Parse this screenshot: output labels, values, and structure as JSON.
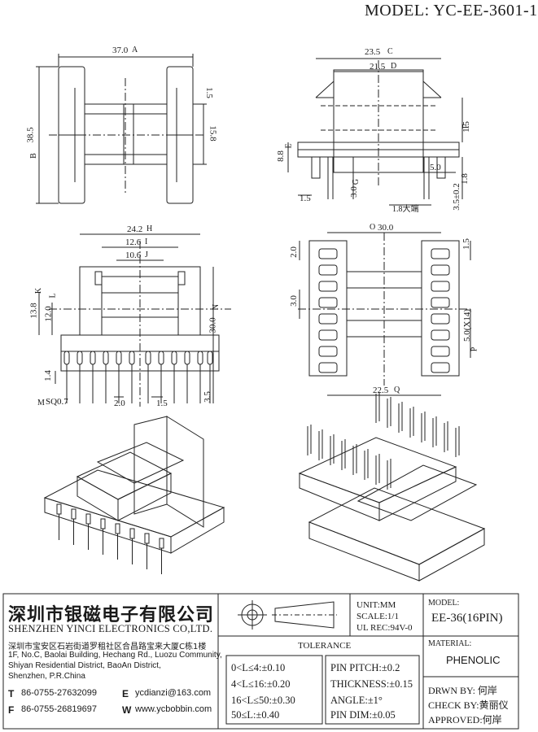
{
  "model_label": "MODEL: YC-EE-3601-1",
  "dims": {
    "d37": "37.0",
    "lA": "A",
    "d385": "38.5",
    "lB": "B",
    "d15a": "1.5",
    "d158": "15.8",
    "d235": "23.5",
    "lC": "C",
    "d215": "21.5",
    "lD": "D",
    "d15f": "1.5",
    "lF": "F",
    "d88": "8.8",
    "lE": "E",
    "d50a": "5.0",
    "d18a": "1.8",
    "d15b": "1.5",
    "d30a": "3.0",
    "lG": "G",
    "d18max": "1.8大端",
    "d35": "3.5±0.2",
    "d242": "24.2",
    "lH": "H",
    "d126": "12.6",
    "lI": "I",
    "d106": "10.6",
    "lJ": "J",
    "d138": "13.8",
    "lK": "K",
    "d120": "12.0",
    "lL": "L",
    "d300v": "30.0",
    "lN": "N",
    "d14": "1.4",
    "lM": "M",
    "sq07": "SQ0.7",
    "d20": "2.0",
    "d15c": "1.5",
    "d35b": "3.5",
    "lO": "O",
    "d300": "30.0",
    "d20b": "2.0",
    "d15d": "1.5",
    "d30b": "3.0",
    "d50x14": "5.0(X14)",
    "lP": "P",
    "d225": "22.5",
    "lQ": "Q"
  },
  "company": {
    "name_cn": "深圳市银磁电子有限公司",
    "name_en": "SHENZHEN YINCI ELECTRONICS CO,LTD.",
    "address_cn": "深圳市宝安区石岩街道罗租社区合昌路宝来大厦C栋1楼",
    "address_en_1": "1F, No.C, Baolai Building, Hechang Rd., Luozu Community,",
    "address_en_2": "Shiyan Residential District, BaoAn District,",
    "address_en_3": "Shenzhen, P.R.China",
    "tel_label": "T",
    "tel": "86-0755-27632099",
    "email_label": "E",
    "email": "ycdianzi@163.com",
    "fax_label": "F",
    "fax": "86-0755-26819697",
    "web_label": "W",
    "web": "www.ycbobbin.com"
  },
  "specs": {
    "unit": "UNIT:MM",
    "scale": "SCALE:1/1",
    "ul": "UL REC:94V-0",
    "tolerance_title": "TOLERANCE",
    "tol_rows": [
      "0<L≤4:±0.10",
      "4<L≤16:±0.20",
      "16<L≤50:±0.30",
      "50≤L:±0.40"
    ],
    "pin_rows": [
      "PIN PITCH:±0.2",
      "THICKNESS:±0.15",
      "ANGLE:±1°",
      "PIN DIM:±0.05"
    ]
  },
  "meta": {
    "model_title": "MODEL:",
    "model_value": "EE-36(16PIN)",
    "material_title": "MATERIAL:",
    "material_value": "PHENOLIC",
    "drawn": "DRWN BY: 何岸",
    "check": "CHECK BY:黄丽仪",
    "approved": "APPROVED:何岸"
  }
}
